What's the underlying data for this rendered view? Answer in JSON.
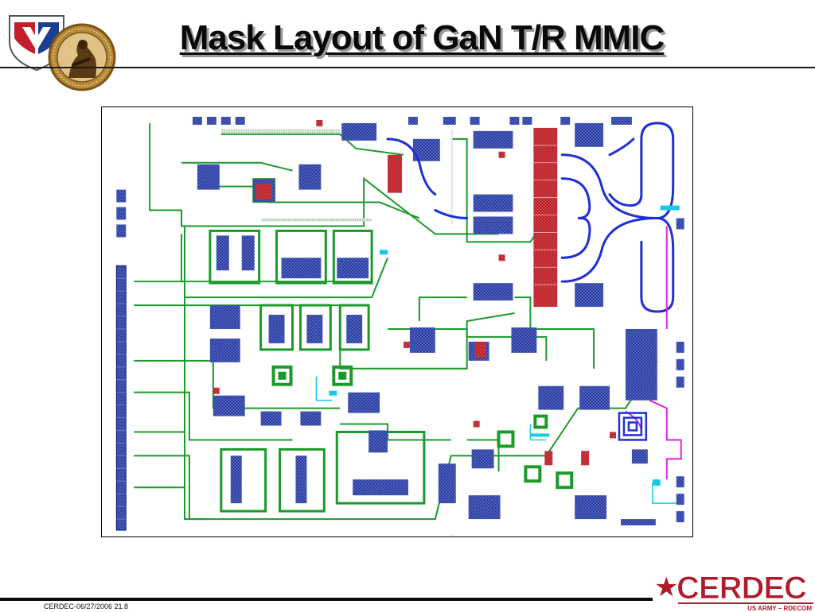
{
  "slide": {
    "title": "Mask Layout of GaN T/R MMIC",
    "footer_text": "CERDEC-06/27/2006 21.8"
  },
  "logo": {
    "name": "CERDEC",
    "tagline": "US ARMY – RDECOM"
  },
  "colors": {
    "trace_green": "#1a9a2a",
    "trace_blue": "#1f2fd6",
    "pad_navy": "#1d2c8a",
    "pad_red": "#c0202a",
    "accent_cyan": "#19c8e8",
    "accent_magenta": "#e020e0",
    "brand_red": "#b01a2a"
  },
  "icons": {
    "left_emblem": "army-shield-icon",
    "seal": "rdecom-seal-icon",
    "star": "star-icon"
  }
}
